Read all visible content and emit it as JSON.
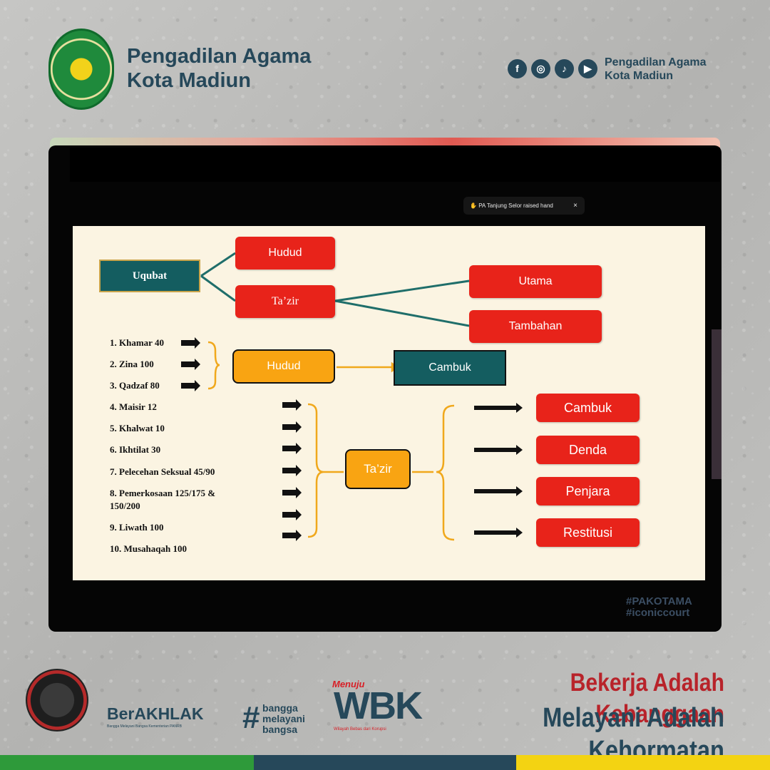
{
  "header": {
    "org_line1": "Pengadilan Agama",
    "org_line2": "Kota Madiun",
    "social_line1": "Pengadilan Agama",
    "social_line2": "Kota Madiun",
    "social_icons": [
      "facebook-icon",
      "instagram-icon",
      "tiktok-icon",
      "youtube-icon"
    ]
  },
  "meeting": {
    "notification": "PA Tanjung Selor raised hand",
    "notification_close": "×",
    "watermark_line1": "#PAKOTAMA",
    "watermark_line2": "#iconiccourt"
  },
  "slide": {
    "root": "Uqubat",
    "hudud": "Hudud",
    "tazir": "Ta’zir",
    "utama": "Utama",
    "tambahan": "Tambahan",
    "hudud_box": "Hudud",
    "cambuk_teal": "Cambuk",
    "tazir_box": "Ta’zir",
    "punishments": [
      "Cambuk",
      "Denda",
      "Penjara",
      "Restitusi"
    ],
    "list": [
      "1.  Khamar 40",
      "2.  Zina 100",
      "3.  Qadzaf  80",
      "4.  Maisir  12",
      "5.  Khalwat 10",
      "6.  Ikhtilat 30",
      "7.  Pelecehan Seksual 45/90",
      "8.  Pemerkosaan         125/175          &",
      "150/200",
      "9.  Liwath 100",
      "10. Musahaqah 100"
    ]
  },
  "footer": {
    "berakhlak": "BerAKHLAK",
    "berakhlak_sub": "Bangga Melayani Bangsa Kementerian PANRB",
    "hashtag_line1": "bangga",
    "hashtag_line2": "melayani",
    "hashtag_line3": "bangsa",
    "wbk_menuju": "Menuju",
    "wbk": "WBK",
    "wbk_sub": "Wilayah Bebas dari Korupsi",
    "motto_line1": "Bekerja Adalah Kebanggaan",
    "motto_line2": "Melayani Adalah Kehormatan"
  },
  "colors": {
    "brand_navy": "#26485a",
    "brand_red": "#b8232a",
    "box_red": "#e8231a",
    "box_teal": "#145d60",
    "box_orange": "#f9a412",
    "stripe_green": "#2e9a3a",
    "stripe_navy": "#26485a",
    "stripe_yellow": "#f3d312"
  }
}
